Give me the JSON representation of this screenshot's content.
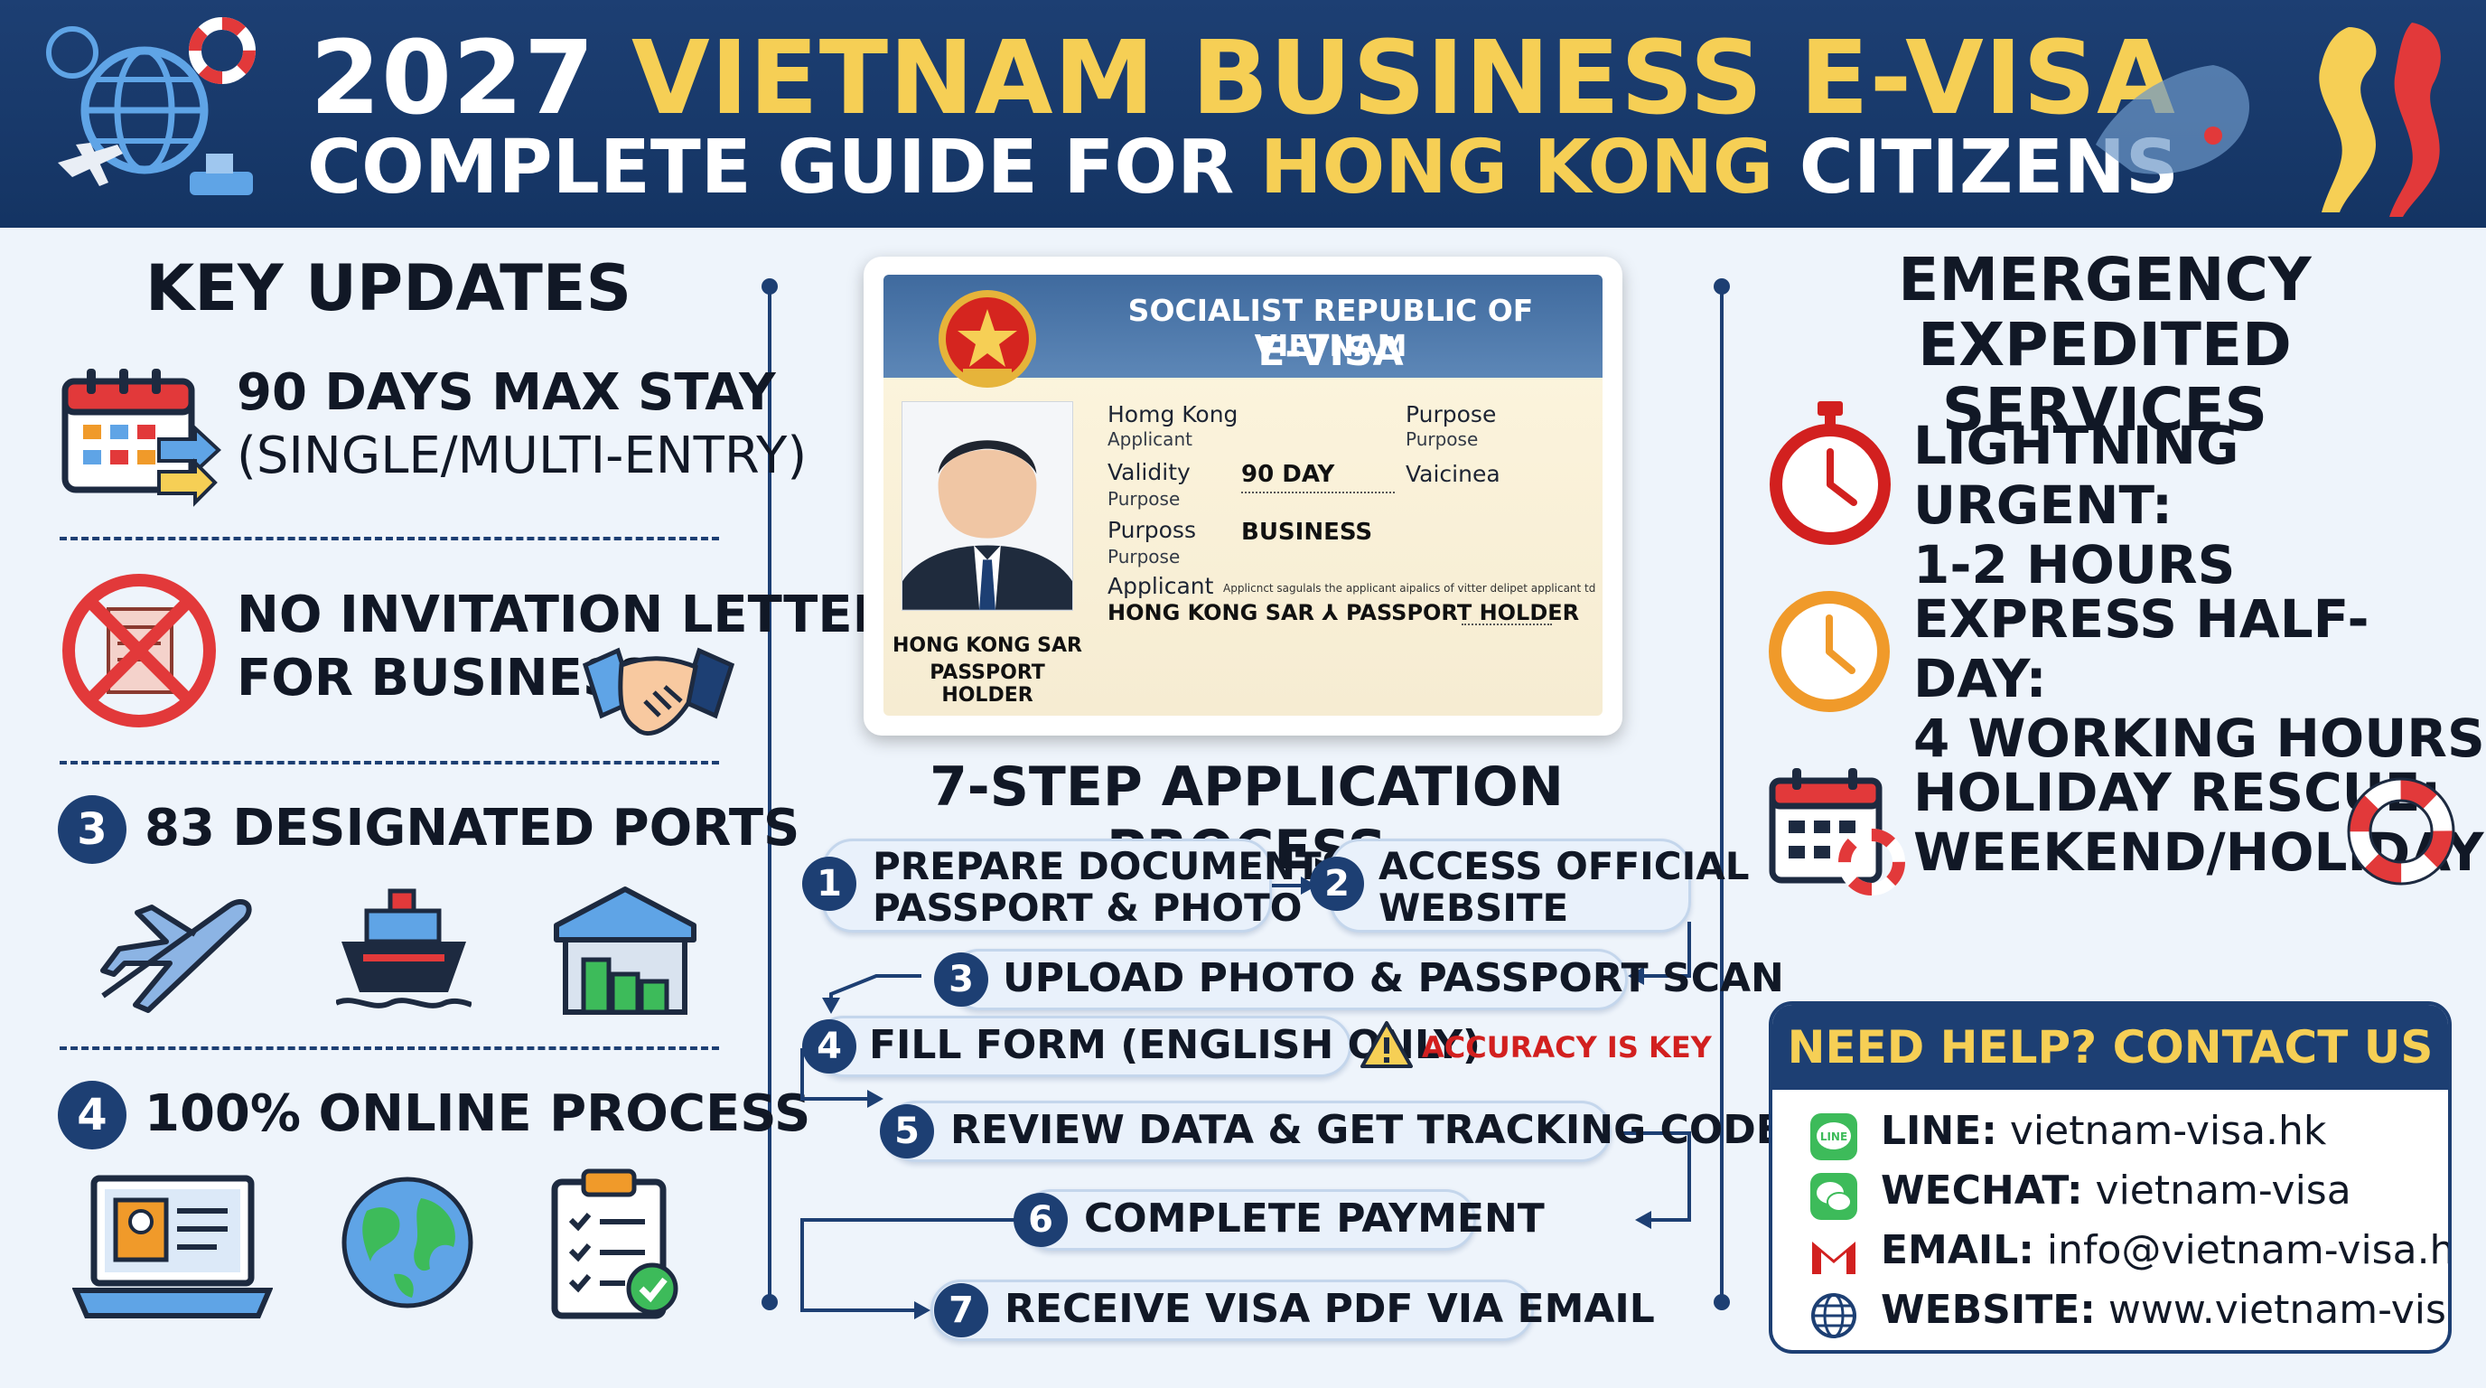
{
  "header": {
    "year": "2027",
    "title_highlight": "VIETNAM BUSINESS E-VISA",
    "subtitle_prefix": "COMPLETE GUIDE FOR",
    "subtitle_highlight": "HONG KONG",
    "subtitle_suffix": "CITIZENS"
  },
  "key_updates": {
    "title": "KEY UPDATES",
    "items": [
      {
        "line1": "90 DAYS MAX STAY",
        "line2": "(SINGLE/MULTI-ENTRY)"
      },
      {
        "line1": "NO INVITATION LETTER",
        "line2": "FOR BUSINESS"
      },
      {
        "number": "3",
        "text": "83 DESIGNATED PORTS"
      },
      {
        "number": "4",
        "text": "100% ONLINE PROCESS"
      }
    ]
  },
  "visa_card": {
    "issuer": "SOCIALIST REPUBLIC OF VIETNAM",
    "doc_type": "E-VISA",
    "field1_label": "Homg Kong",
    "field1_sub": "Applicant",
    "field2_label": "Purpose",
    "field2_sub": "Purpose",
    "validity_label": "Validity",
    "validity_sub": "Purpose",
    "validity_value": "90 DAY",
    "validity_right": "Vaicinea",
    "purpose_label": "Purposs",
    "purpose_sub": "Purpose",
    "purpose_value": "BUSINESS",
    "applicant_label": "Applicant",
    "applicant_fine": "Applicnct sagulals the applicant aipalics of vitter delipet applicant td",
    "applicant_value": "HONG KONG SAR ⅄ PASSPORT HOLDER",
    "photo_caption_1": "HONG KONG SAR",
    "photo_caption_2": "PASSPORT HOLDER"
  },
  "process": {
    "title": "7-STEP APPLICATION PROCESS",
    "steps": [
      {
        "num": "1",
        "line1": "PREPARE DOCUMENTS:",
        "line2": "PASSPORT & PHOTO"
      },
      {
        "num": "2",
        "line1": "ACCESS OFFICIAL",
        "line2": "WEBSITE"
      },
      {
        "num": "3",
        "line1": "UPLOAD PHOTO & PASSPORT SCAN"
      },
      {
        "num": "4",
        "line1": "FILL FORM (ENGLISH ONLY)"
      },
      {
        "num": "5",
        "line1": "REVIEW DATA & GET TRACKING CODE"
      },
      {
        "num": "6",
        "line1": "COMPLETE PAYMENT"
      },
      {
        "num": "7",
        "line1": "RECEIVE VISA PDF VIA EMAIL"
      }
    ],
    "warning": "ACCURACY IS KEY"
  },
  "emergency": {
    "title_line1": "EMERGENCY",
    "title_line2": "EXPEDITED SERVICES",
    "items": [
      {
        "line1": "LIGHTNING URGENT:",
        "line2": "1-2 HOURS"
      },
      {
        "line1": "EXPRESS HALF-DAY:",
        "line2": "4 WORKING HOURS"
      },
      {
        "line1": "HOLIDAY RESCUE:",
        "line2": "WEEKEND/HOLIDAY"
      }
    ]
  },
  "contact": {
    "title": "NEED HELP? CONTACT US",
    "rows": [
      {
        "label": "LINE:",
        "value": "vietnam-visa.hk"
      },
      {
        "label": "WECHAT:",
        "value": "vietnam-visa"
      },
      {
        "label": "EMAIL:",
        "value": "info@vietnam-visa.hk"
      },
      {
        "label": "WEBSITE:",
        "value": "www.vietnam-visa.hk"
      }
    ]
  },
  "colors": {
    "navy": "#1d3f73",
    "gold": "#f6cf55",
    "red": "#d2201f",
    "orange": "#f09a2a",
    "background": "#eef4fb"
  },
  "icons": [
    "globe-travel-icon",
    "lifebuoy-icon",
    "airplane-icon",
    "ship-icon",
    "calendar-icon",
    "no-document-icon",
    "handshake-icon",
    "warehouse-icon",
    "laptop-profile-icon",
    "earth-icon",
    "checklist-icon",
    "stopwatch-icon",
    "clock-icon",
    "warning-icon",
    "line-icon",
    "wechat-icon",
    "gmail-icon",
    "web-globe-icon"
  ]
}
